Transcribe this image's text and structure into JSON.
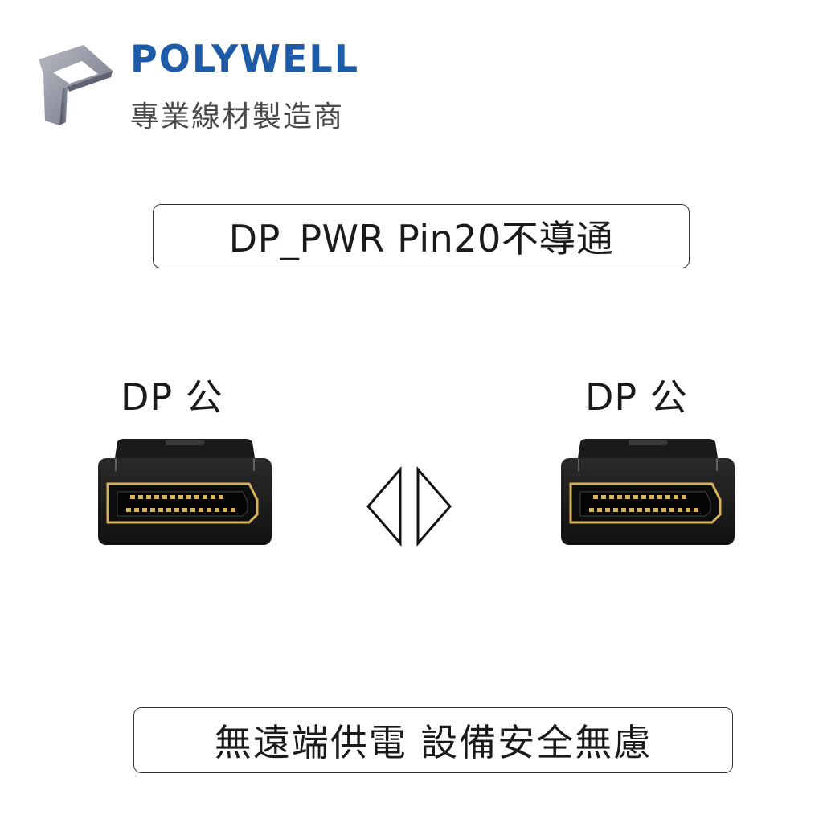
{
  "brand": {
    "name": "POLYWELL",
    "tagline": "專業線材製造商",
    "logo_icon": "polywell-p-logo",
    "brand_color": "#1d5ba8"
  },
  "top_label": "DP_PWR Pin20不導通",
  "connectors": {
    "left": {
      "label": "DP 公",
      "icon": "displayport-male-connector-icon"
    },
    "right": {
      "label": "DP 公",
      "icon": "displayport-male-connector-icon"
    }
  },
  "swap_icon": "bidirectional-arrow-icon",
  "bottom_label": "無遠端供電 設備安全無慮",
  "colors": {
    "connector_body": "#1e1e1e",
    "connector_gold": "#d4b15a",
    "text": "#1a1a1a"
  }
}
